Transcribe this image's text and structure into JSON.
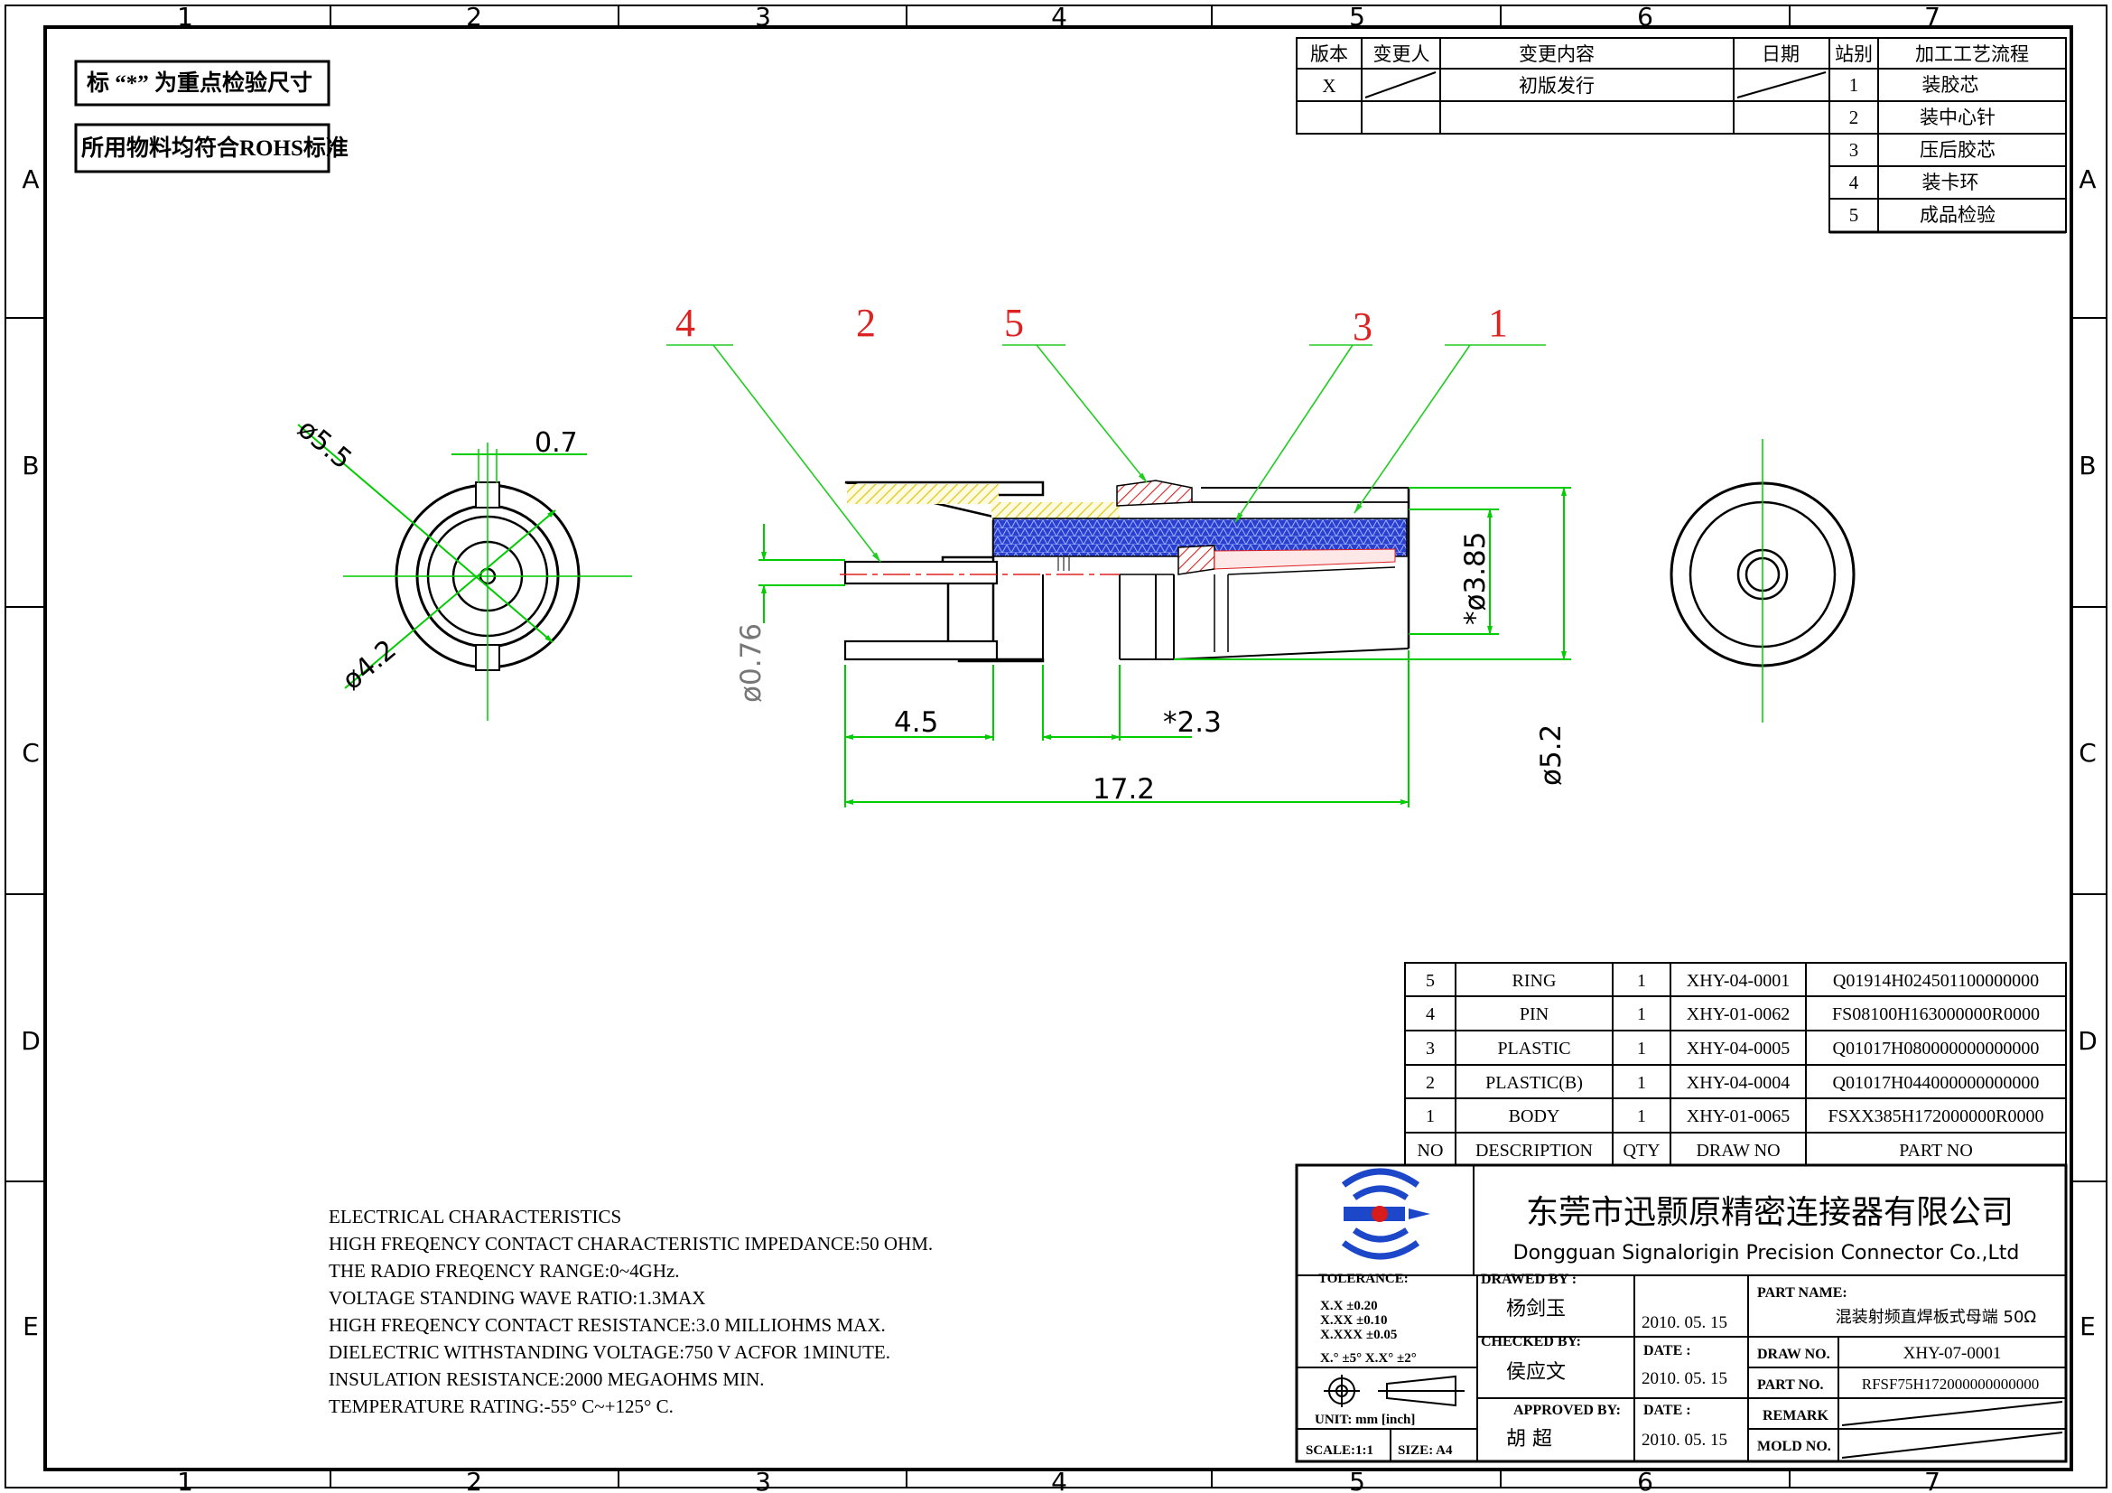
{
  "notes": {
    "key_dims": "标 “*” 为重点检验尺寸",
    "rohs": "所用物料均符合ROHS标准"
  },
  "grid": {
    "cols": [
      "1",
      "2",
      "3",
      "4",
      "5",
      "6",
      "7"
    ],
    "rows": [
      "A",
      "B",
      "C",
      "D",
      "E"
    ]
  },
  "revision": {
    "headers": [
      "版本",
      "变更人",
      "变更内容",
      "日期"
    ],
    "row": {
      "version": "X",
      "content": "初版发行"
    }
  },
  "process": {
    "header_station": "站别",
    "header_flow": "加工工艺流程",
    "steps": [
      {
        "no": "1",
        "name": "装胶芯"
      },
      {
        "no": "2",
        "name": "装中心针"
      },
      {
        "no": "3",
        "name": "压后胶芯"
      },
      {
        "no": "4",
        "name": "装卡环"
      },
      {
        "no": "5",
        "name": "成品检验"
      }
    ]
  },
  "balloons": [
    "4",
    "2",
    "5",
    "3",
    "1"
  ],
  "dimensions": {
    "d55": "ø5.5",
    "d07": "0.7",
    "d42": "ø4.2",
    "d076": "ø0.76",
    "d45": "4.5",
    "d23": "*2.3",
    "d172": "17.2",
    "d385": "*ø3.85",
    "d52": "ø5.2"
  },
  "bom": {
    "headers": [
      "NO",
      "DESCRIPTION",
      "QTY",
      "DRAW NO",
      "PART NO"
    ],
    "rows": [
      {
        "no": "5",
        "desc": "RING",
        "qty": "1",
        "draw": "XHY-04-0001",
        "part": "Q01914H024501100000000"
      },
      {
        "no": "4",
        "desc": "PIN",
        "qty": "1",
        "draw": "XHY-01-0062",
        "part": "FS08100H163000000R0000"
      },
      {
        "no": "3",
        "desc": "PLASTIC",
        "qty": "1",
        "draw": "XHY-04-0005",
        "part": "Q01017H080000000000000"
      },
      {
        "no": "2",
        "desc": "PLASTIC(B)",
        "qty": "1",
        "draw": "XHY-04-0004",
        "part": "Q01017H044000000000000"
      },
      {
        "no": "1",
        "desc": "BODY",
        "qty": "1",
        "draw": "XHY-01-0065",
        "part": "FSXX385H172000000R0000"
      }
    ]
  },
  "electrical": {
    "title": "ELECTRICAL CHARACTERISTICS",
    "lines": [
      "HIGH FREQENCY CONTACT CHARACTERISTIC IMPEDANCE:50 OHM.",
      "THE RADIO FREQENCY RANGE:0~4GHz.",
      "VOLTAGE STANDING WAVE RATIO:1.3MAX",
      "HIGH FREQENCY CONTACT RESISTANCE:3.0 MILLIOHMS MAX.",
      "DIELECTRIC WITHSTANDING VOLTAGE:750 V ACFOR 1MINUTE.",
      "INSULATION RESISTANCE:2000 MEGAOHMS MIN.",
      "TEMPERATURE RATING:-55° C~+125° C."
    ]
  },
  "title_block": {
    "company_cn": "东莞市迅颢原精密连接器有限公司",
    "company_en": "Dongguan Signalorigin Precision Connector Co.,Ltd",
    "tolerance_label": "TOLERANCE:",
    "tol_lines": [
      "X.X   ±0.20",
      "X.XX  ±0.10",
      "X.XXX ±0.05"
    ],
    "angle_tol": "X.° ±5°   X.X° ±2°",
    "unit": "UNIT: mm [inch]",
    "scale": "SCALE:1:1",
    "size": "SIZE: A4",
    "drawn_by_label": "DRAWED BY :",
    "drawn_by": "杨剑玉",
    "checked_by_label": "CHECKED BY:",
    "checked_by": "侯应文",
    "approved_by_label": "APPROVED BY:",
    "approved_by": "胡  超",
    "date_label": "DATE :",
    "date_drawn": "2010. 05. 15",
    "date_checked": "2010. 05. 15",
    "date_approved": "2010. 05. 15",
    "part_name_label": "PART NAME:",
    "part_name": "混装射频直焊板式母端 50Ω",
    "draw_no_label": "DRAW NO.",
    "draw_no": "XHY-07-0001",
    "part_no_label": "PART NO.",
    "part_no": "RFSF75H172000000000000",
    "remark_label": "REMARK",
    "mold_no_label": "MOLD NO."
  },
  "colors": {
    "dimension": "#00cc00",
    "balloon": "#dd2222",
    "leader": "#22cc22",
    "body_hatch": "#e8d84a",
    "dielectric": "#2a3fd0",
    "ring_hatch": "#dd2222",
    "logo_blue": "#1b47c8",
    "logo_red": "#d81c1c"
  }
}
